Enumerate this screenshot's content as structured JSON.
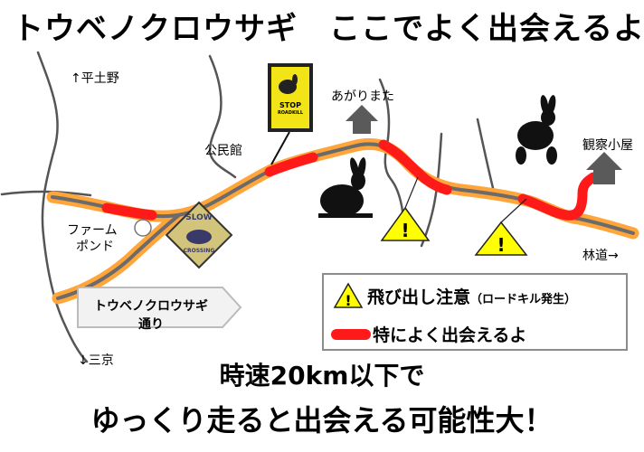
{
  "title": "トウベノクロウサギ　ここでよく出会えるよ",
  "places": {
    "hiradono": "↑平土野",
    "kouminkan": "公民館",
    "agarimata": "あがりまた",
    "kansatsu": "観察小屋",
    "farm_pond_1": "ファーム",
    "farm_pond_2": "ポンド",
    "rindo": "林道→",
    "mikyo": "↓三京"
  },
  "road_name": {
    "line1": "トウベノクロウサギ",
    "line2": "通り"
  },
  "signs": {
    "stop_top": "STOP",
    "stop_bottom": "ROADKILL",
    "slow_top": "SLOW",
    "slow_bottom": "CROSSING"
  },
  "legend": {
    "warning_label": "飛び出し注意",
    "warning_note": "（ロードキル発生）",
    "frequent_label": "特によく出会えるよ"
  },
  "bottom": {
    "line1": "時速20km以下で",
    "line2": "ゆっくり走ると出会える可能性大！"
  },
  "colors": {
    "road": "#ffa53a",
    "hotspot": "#ff1a1a",
    "warning": "#ffff00",
    "river": "#4d4d4d"
  }
}
